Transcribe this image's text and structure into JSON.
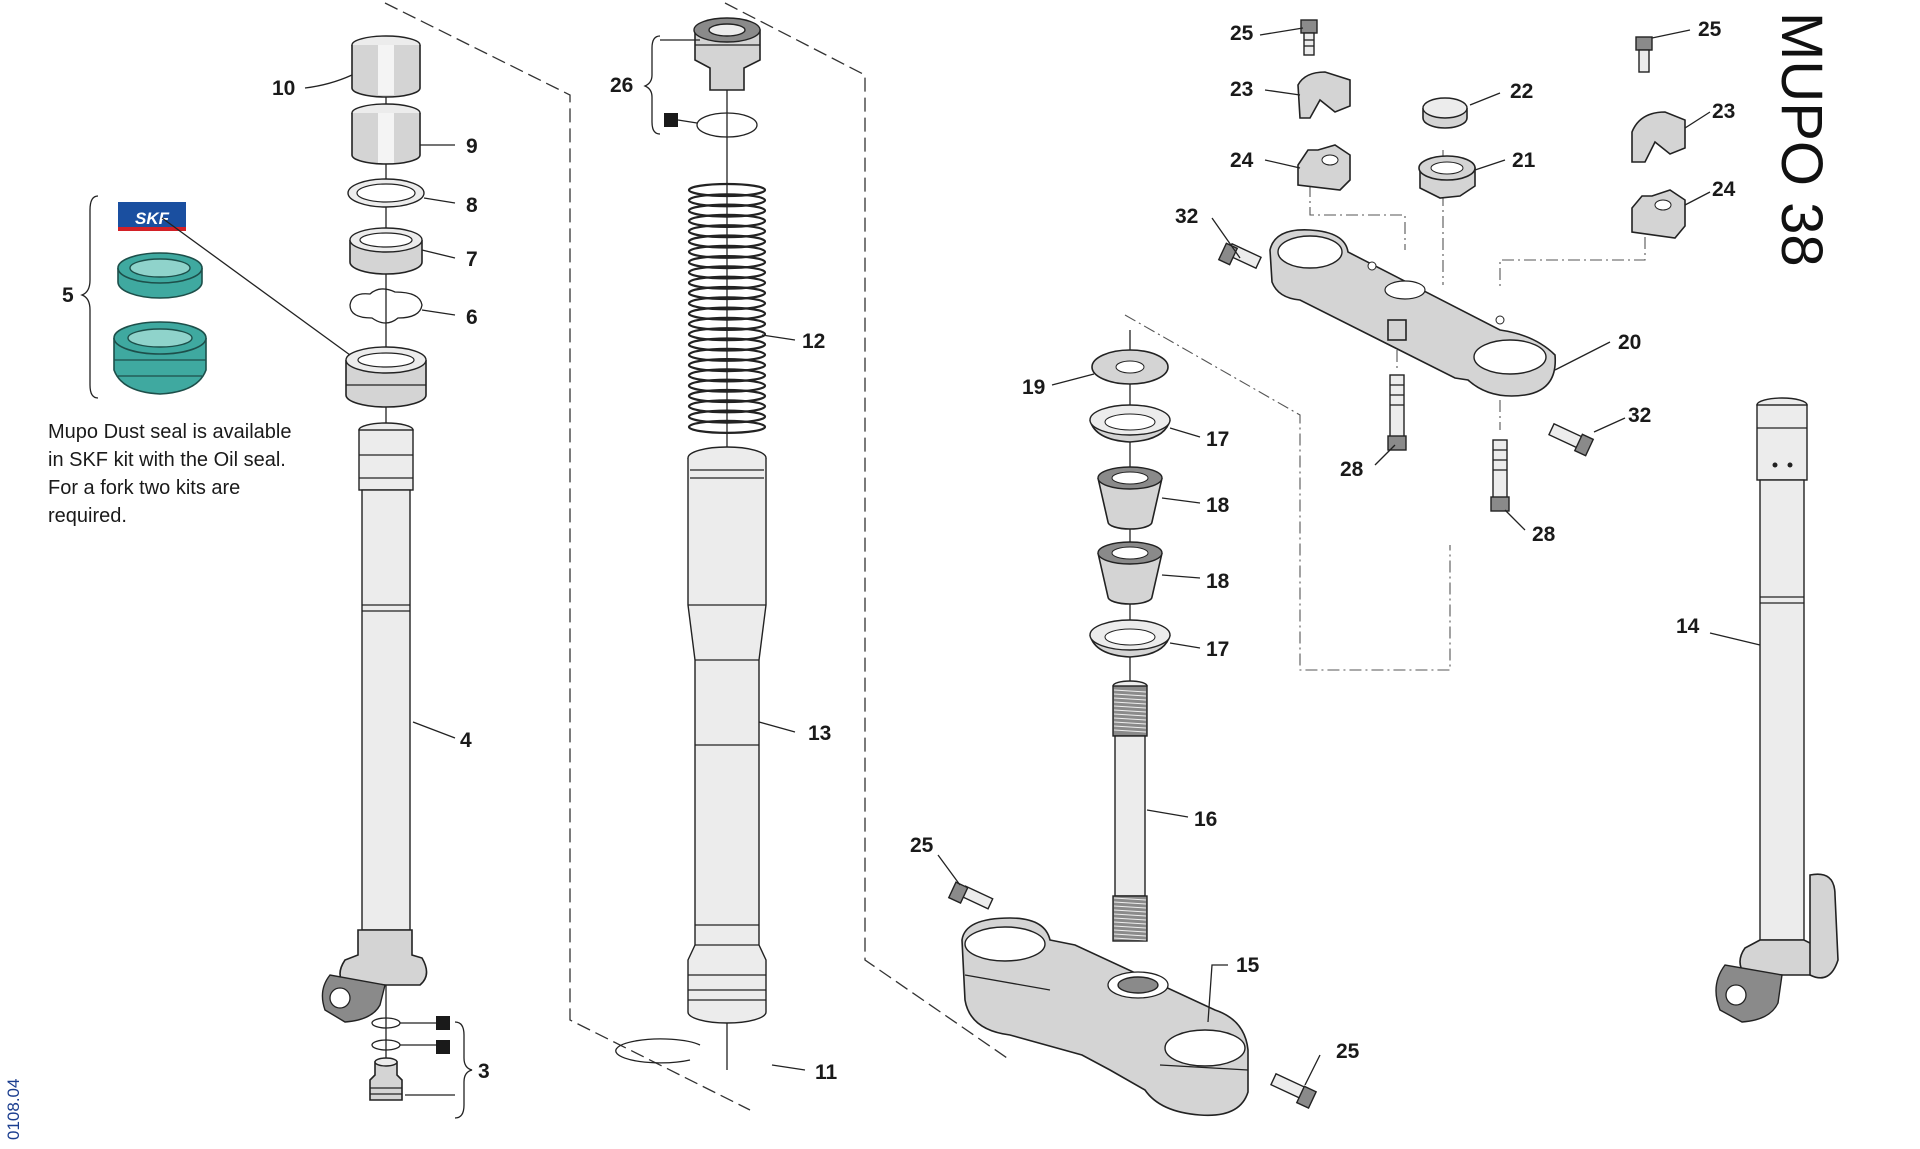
{
  "diagram": {
    "title": "MUPO 38",
    "code": "0108.04",
    "note": "Mupo Dust seal is available in SKF kit with the Oil seal. For a fork two kits are required.",
    "brand_badge": "SKF",
    "colors": {
      "seal": "#3fa9a0",
      "badge_bg": "#1a4fa0",
      "badge_stripe": "#d32027",
      "code_text": "#1a3d8f"
    },
    "callouts": {
      "p10": "10",
      "p9": "9",
      "p8": "8",
      "p7": "7",
      "p6": "6",
      "p5": "5",
      "p4": "4",
      "p3": "3",
      "p26": "26",
      "p12": "12",
      "p13": "13",
      "p11": "11",
      "p25a": "25",
      "p23a": "23",
      "p24a": "24",
      "p22": "22",
      "p21": "21",
      "p25b": "25",
      "p23b": "23",
      "p24b": "24",
      "p32a": "32",
      "p20": "20",
      "p32b": "32",
      "p28a": "28",
      "p28b": "28",
      "p19": "19",
      "p17a": "17",
      "p18a": "18",
      "p18b": "18",
      "p17b": "17",
      "p16": "16",
      "p25c": "25",
      "p15": "15",
      "p25d": "25",
      "p14": "14"
    }
  }
}
